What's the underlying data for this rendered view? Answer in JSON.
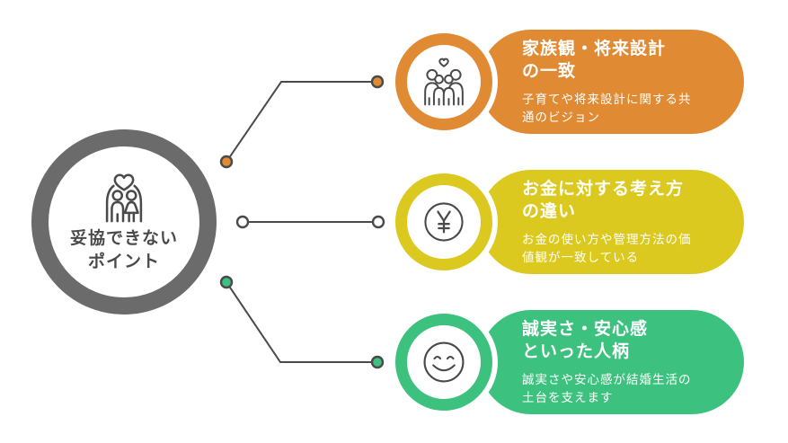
{
  "colors": {
    "background": "#FFFFFF",
    "ink": "#4A4A4A",
    "hub_ring": "#6B6B6B",
    "connector": "#4A4A4A"
  },
  "hub": {
    "icon": "couple-heart-icon",
    "title_line1": "妥協できない",
    "title_line2": "ポイント"
  },
  "items": [
    {
      "id": "family-values",
      "color": "#E08A33",
      "dot_fill": "#E08A33",
      "icon": "family-icon",
      "title_line1": "家族観・将来設計",
      "title_line2": "の一致",
      "desc_line1": "子育てや将来設計に関する共",
      "desc_line2": "通のビジョン"
    },
    {
      "id": "money-views",
      "color": "#DCC91F",
      "dot_fill": "#FFFFFF",
      "icon": "yen-icon",
      "title_line1": "お金に対する考え方",
      "title_line2": "の違い",
      "desc_line1": "お金の使い方や管理方法の価",
      "desc_line2": "値観が一致している"
    },
    {
      "id": "sincerity-personality",
      "color": "#3CC27E",
      "dot_fill": "#3CC27E",
      "icon": "smile-icon",
      "title_line1": "誠実さ・安心感",
      "title_line2": "といった人柄",
      "desc_line1": "誠実さや安心感が結婚生活の",
      "desc_line2": "土台を支えます"
    }
  ]
}
